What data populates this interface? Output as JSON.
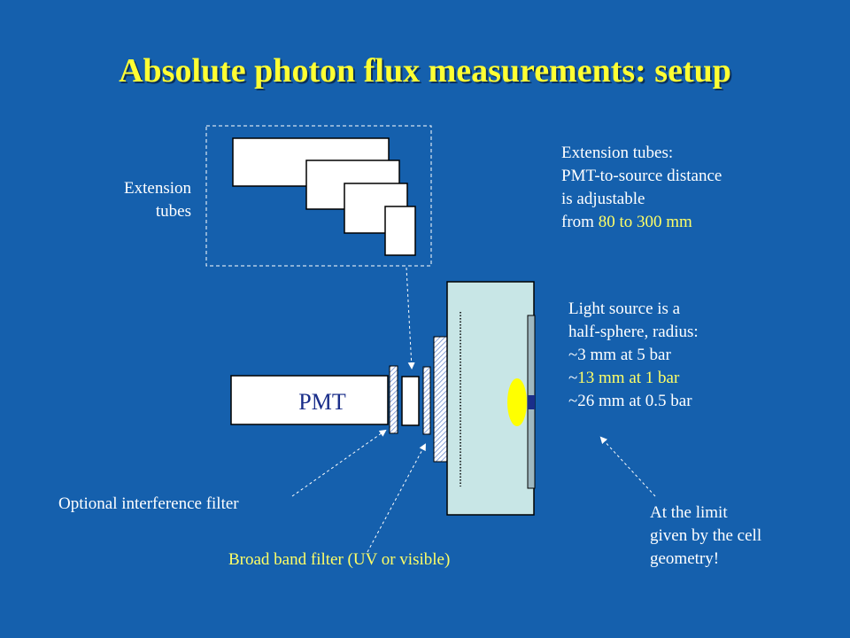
{
  "title": "Absolute photon flux measurements: setup",
  "labels": {
    "extension_tubes_left_1": "Extension",
    "extension_tubes_left_2": "tubes",
    "ext_note_1": "Extension tubes:",
    "ext_note_2": "PMT-to-source distance",
    "ext_note_3": "is adjustable",
    "ext_note_4a": "from ",
    "ext_note_4b": "80 to 300 mm",
    "light_1": "Light source is a",
    "light_2": "half-sphere, radius:",
    "light_3": "~3 mm at 5 bar",
    "light_4a": "~",
    "light_4b": "13 mm at 1 bar",
    "light_5": "~26 mm at 0.5 bar",
    "pmt": "PMT",
    "optional_filter": "Optional interference filter",
    "broadband_filter": "Broad band filter (UV or visible)",
    "limit_1": "At the limit",
    "limit_2": "given by the cell",
    "limit_3": "geometry!"
  },
  "colors": {
    "background": "#1560ad",
    "title": "#ffff33",
    "highlight": "#ffff66",
    "cell": "#c8e6e6",
    "source": "#ffff00"
  }
}
